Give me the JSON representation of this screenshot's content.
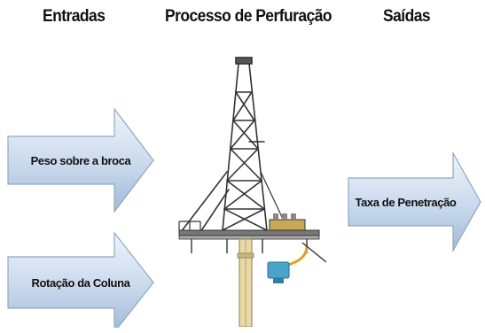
{
  "headings": {
    "inputs": "Entradas",
    "process": "Processo de Perfuração",
    "outputs": "Saídas"
  },
  "inputs": [
    {
      "label": "Peso sobre a broca"
    },
    {
      "label": "Rotação da Coluna"
    }
  ],
  "outputs": [
    {
      "label": "Taxa de Penetração"
    }
  ],
  "colors": {
    "arrow_fill_top": "#eef4fb",
    "arrow_fill_bottom": "#9fbad6",
    "arrow_stroke": "#8ea7c2",
    "rig_structure": "#333333",
    "rig_pipe": "#e8d9a6",
    "rig_equipment": "#4aa3c8"
  },
  "icons": {
    "process": "drilling-rig-icon"
  }
}
